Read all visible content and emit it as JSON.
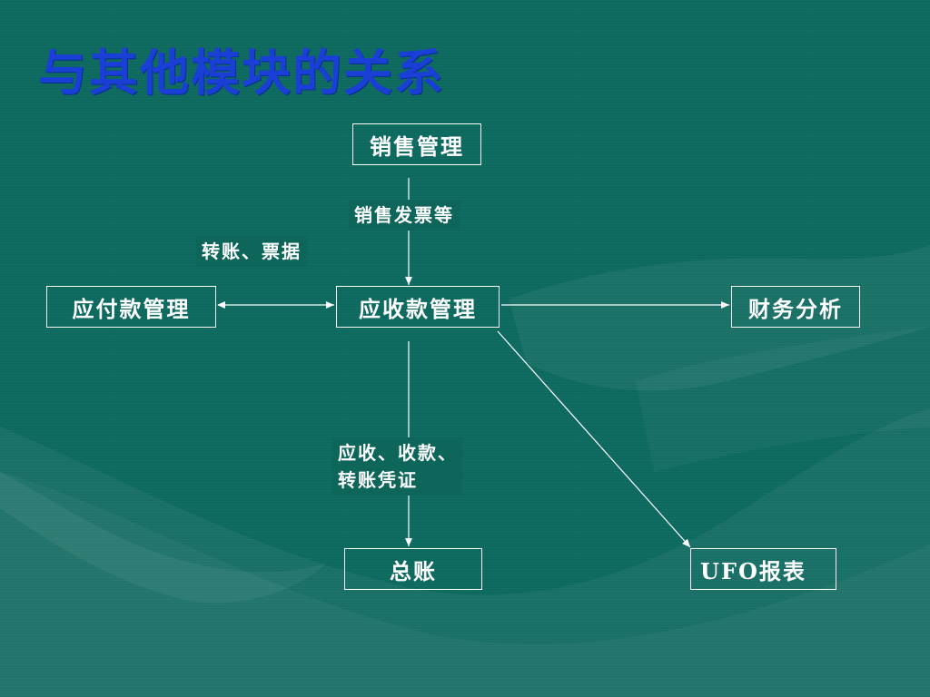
{
  "slide": {
    "title": "与其他模块的关系"
  },
  "nodes": {
    "sales": "销售管理",
    "payables": "应付款管理",
    "receivables": "应收款管理",
    "finance": "财务分析",
    "ledger": "总账",
    "ufo": "UFO报表"
  },
  "edge_labels": {
    "sales_to_receivables": "销售发票等",
    "payables_receivables": "转账、票据",
    "receivables_to_ledger_line1": "应收、收款、",
    "receivables_to_ledger_line2": "转账凭证"
  }
}
